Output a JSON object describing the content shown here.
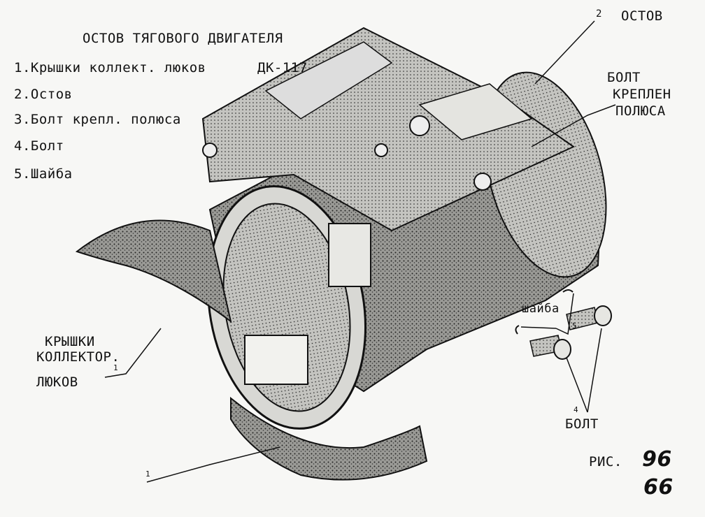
{
  "title": "ОСТОВ ТЯГОВОГО ДВИГАТЕЛЯ",
  "model": "ДК-117",
  "legend": [
    "1.Крышки коллект. люков",
    "2.Остов",
    "3.Болт крепл. полюса",
    "4.Болт",
    "5.Шайба"
  ],
  "callouts": {
    "ostov": "ОСТОВ",
    "bolt_krepl_1": "БОЛТ",
    "bolt_krepl_2": "КРЕПЛЕН",
    "bolt_krepl_3": "ПОЛЮСА",
    "kryshki_1": "КРЫШКИ",
    "kryshki_2": "КОЛЛЕКТОР.",
    "kryshki_3": "ЛЮКОВ",
    "shaiba": "шайба",
    "bolt": "БОЛТ"
  },
  "numbers": {
    "n2": "2",
    "n1a": "1",
    "n1b": "1",
    "n5": "5",
    "n4": "4"
  },
  "figure": {
    "label": "РИС.",
    "num_top": "96",
    "num_bottom": "66"
  },
  "colors": {
    "ink": "#111111",
    "paper": "#f7f7f5",
    "shade": "#3a3a3a"
  }
}
